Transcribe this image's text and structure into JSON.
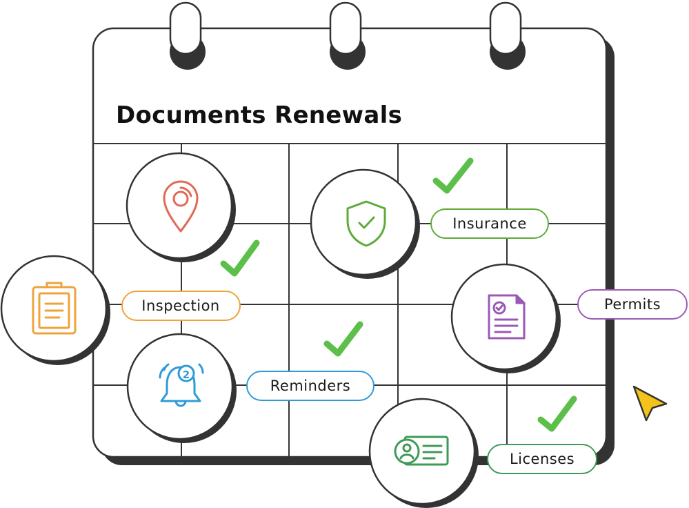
{
  "title": "Documents Renewals",
  "items": [
    {
      "id": "inspection",
      "label": "Inspection",
      "icon": "clipboard-icon",
      "color": "#EFA33B"
    },
    {
      "id": "location",
      "label": "",
      "icon": "location-pin-icon",
      "color": "#E06A55"
    },
    {
      "id": "insurance",
      "label": "Insurance",
      "icon": "shield-check-icon",
      "color": "#5FAA3A"
    },
    {
      "id": "permits",
      "label": "Permits",
      "icon": "document-check-icon",
      "color": "#9B59B6"
    },
    {
      "id": "reminders",
      "label": "Reminders",
      "icon": "bell-notification-icon",
      "color": "#2E9BD6"
    },
    {
      "id": "licenses",
      "label": "Licenses",
      "icon": "id-card-icon",
      "color": "#3E9B55"
    }
  ],
  "reminder_badge": "2",
  "colors": {
    "outline": "#333333",
    "shadow": "#333333",
    "check": "#5BBF4A",
    "cursor": "#F3C21B",
    "grid": "#333333"
  }
}
